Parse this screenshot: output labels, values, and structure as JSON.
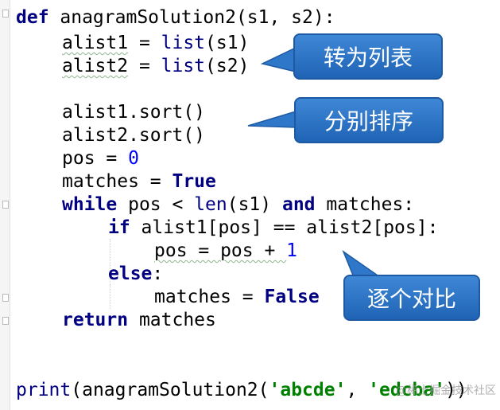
{
  "code": {
    "line1": {
      "kw": "def",
      "rest": " anagramSolution2(s1, s2):"
    },
    "line2": {
      "var": "alist1",
      "op": " = ",
      "fn": "list",
      "args": "(s1)"
    },
    "line3": {
      "var": "alist2",
      "op": " = ",
      "fn": "list",
      "args": "(s2)"
    },
    "line4": "alist1.sort()",
    "line5": "alist2.sort()",
    "line6": {
      "pre": "pos = ",
      "num": "0"
    },
    "line7": {
      "pre": "matches = ",
      "kw": "True"
    },
    "line8": {
      "kw1": "while",
      "mid1": " pos < ",
      "fn": "len",
      "mid2": "(s1) ",
      "kw2": "and",
      "mid3": " matches:"
    },
    "line9": {
      "kw": "if",
      "rest": " alist1[pos] == alist2[pos]:"
    },
    "line10": {
      "pre": "pos = pos + ",
      "num": "1"
    },
    "line11": {
      "kw": "else",
      "rest": ":"
    },
    "line12": {
      "pre": "matches = ",
      "kw": "False"
    },
    "line13": {
      "kw": "return",
      "rest": " matches"
    },
    "line14": {
      "fn": "print",
      "pre": "(anagramSolution2(",
      "str1": "'abcde'",
      "sep": ", ",
      "str2": "'edcba'",
      "post": "))"
    }
  },
  "callouts": {
    "convert": "转为列表",
    "sort": "分别排序",
    "compare": "逐个对比"
  },
  "watermark": "@稀土掘金技术社区",
  "colors": {
    "keyword": "#000080",
    "number": "#0000ff",
    "string": "#008000",
    "callout_bg": "#2f77c8"
  }
}
